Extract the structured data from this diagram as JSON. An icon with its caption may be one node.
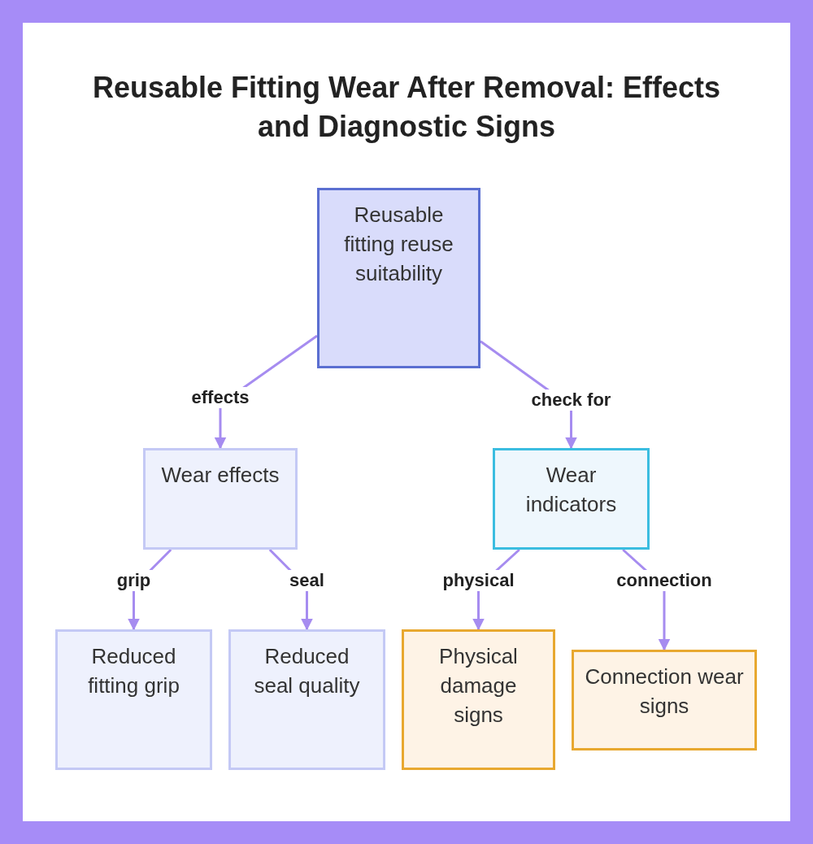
{
  "diagram": {
    "title": "Reusable Fitting Wear After Removal: Effects and Diagnostic Signs",
    "nodes": [
      {
        "text": [
          "Reusable fitting reuse suitability"
        ]
      },
      {
        "text": [
          "Wear effects"
        ]
      },
      {
        "text": [
          "Wear indicators"
        ]
      },
      {
        "text": [
          "Reduced fitting grip"
        ]
      },
      {
        "text": [
          "Reduced seal quality"
        ]
      },
      {
        "text": [
          "Physical damage signs"
        ]
      },
      {
        "text": [
          "Connection wear signs"
        ]
      }
    ],
    "edges": [
      {
        "from": 0,
        "to": 1,
        "arrow": "to",
        "label": "effects"
      },
      {
        "from": 0,
        "to": 2,
        "arrow": "to",
        "label": "check for"
      },
      {
        "from": 1,
        "to": 3,
        "arrow": "to",
        "label": "grip"
      },
      {
        "from": 1,
        "to": 4,
        "arrow": "to",
        "label": "seal"
      },
      {
        "from": 2,
        "to": 5,
        "arrow": "to",
        "label": "physical"
      },
      {
        "from": 2,
        "to": 6,
        "arrow": "to",
        "label": "connection"
      }
    ]
  }
}
